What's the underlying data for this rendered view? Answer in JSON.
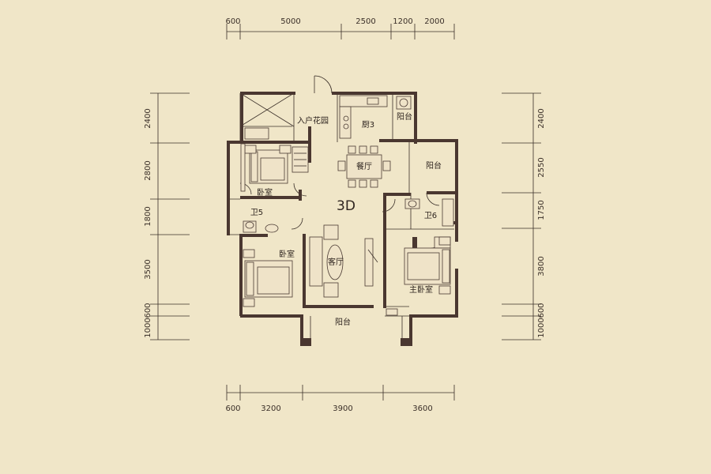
{
  "colors": {
    "background": "#f0e6c8",
    "wall": "#4a3730",
    "line": "#3a2f28"
  },
  "unit_type": "3D",
  "rooms": {
    "entry_garden": "入户花园",
    "kitchen": "厨3",
    "balcony_kitchen": "阳台",
    "dining": "餐厅",
    "balcony_east": "阳台",
    "bedroom_nw": "卧室",
    "bath_5": "卫5",
    "bath_6": "卫6",
    "bedroom_sw": "卧室",
    "living": "客厅",
    "master_bedroom": "主卧室",
    "balcony_south": "阳台"
  },
  "dims": {
    "top": [
      "600",
      "5000",
      "2500",
      "1200",
      "2000"
    ],
    "bottom": [
      "600",
      "3200",
      "3900",
      "3600"
    ],
    "left": [
      "2400",
      "2800",
      "1800",
      "3500",
      "600",
      "1000"
    ],
    "right": [
      "2400",
      "2550",
      "1750",
      "3800",
      "600",
      "1000"
    ]
  }
}
